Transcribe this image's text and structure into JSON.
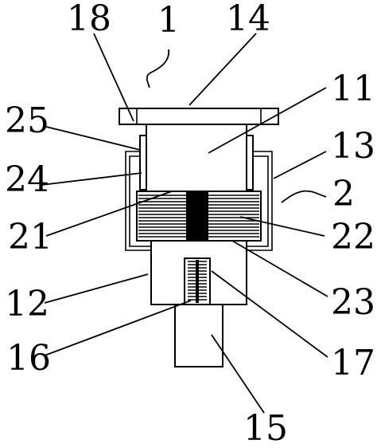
{
  "labels": {
    "n18": "18",
    "n1": "1",
    "n14": "14",
    "n11": "11",
    "n25": "25",
    "n13": "13",
    "n24": "24",
    "n2": "2",
    "n21": "21",
    "n22": "22",
    "n12": "12",
    "n23": "23",
    "n16": "16",
    "n17": "17",
    "n15": "15"
  },
  "colors": {
    "ink": "#000000",
    "paper": "#ffffff"
  }
}
